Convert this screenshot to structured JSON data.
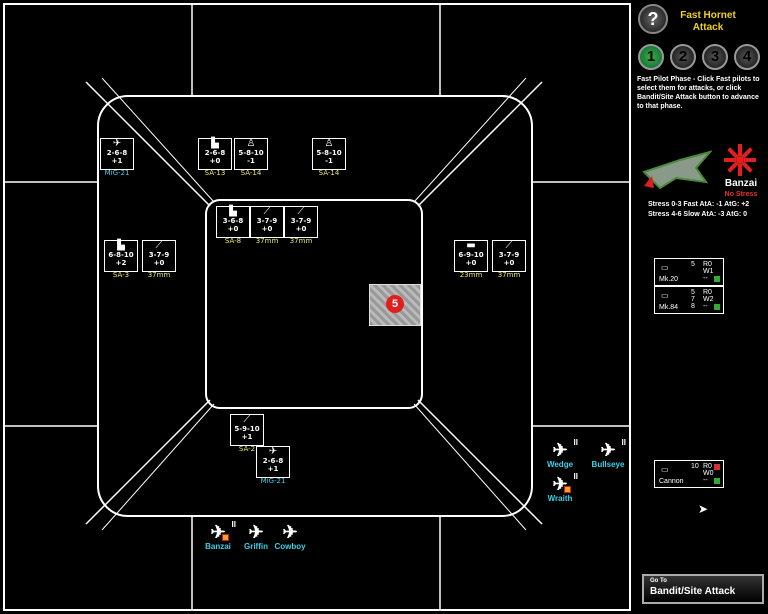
{
  "header": {
    "title_line1": "Fast Hornet",
    "title_line2": "Attack",
    "help_label": "?"
  },
  "phases": [
    "1",
    "2",
    "3",
    "4"
  ],
  "instructions": "Fast Pilot Phase - Click Fast pilots to select them for attacks, or click Bandit/Site Attack button to advance to that phase.",
  "pilot": {
    "name": "Banzai",
    "stress": "No Stress",
    "stress_line1": "Stress 0-3 Fast AtA: -1 AtG: +2",
    "stress_line2": "Stress 4-6 Slow AtA: -3 AtG: 0"
  },
  "weapons": [
    {
      "name": "Mk.20",
      "count": "5",
      "stats": [
        "R0",
        "W1",
        "--"
      ]
    },
    {
      "name": "Mk.84",
      "count": "5\n7\n8",
      "stats": [
        "R0",
        "W2",
        "--"
      ]
    },
    {
      "name": "Cannon",
      "count": "10",
      "stats": [
        "R0",
        "W0",
        "--"
      ]
    }
  ],
  "go_button": {
    "small": "Go To",
    "main": "Bandit/Site Attack"
  },
  "target_number": "5",
  "counters": [
    {
      "name": "MiG-21",
      "stats": "2-6-8 +1",
      "cyan": true
    },
    {
      "name": "SA-13",
      "stats": "2-6-8 +0"
    },
    {
      "name": "SA-14",
      "stats": "5-8-10 -1"
    },
    {
      "name": "SA-14",
      "stats": "5-8-10 -1"
    },
    {
      "name": "SA-8",
      "stats": "3-6-8 +0"
    },
    {
      "name": "37mm",
      "stats": "3-7-9 +0"
    },
    {
      "name": "37mm",
      "stats": "3-7-9 +0"
    },
    {
      "name": "SA-3",
      "stats": "6-8-10 +2"
    },
    {
      "name": "37mm",
      "stats": "3-7-9 +0"
    },
    {
      "name": "23mm",
      "stats": "6-9-10 +0"
    },
    {
      "name": "37mm",
      "stats": "3-7-9 +0"
    },
    {
      "name": "SA-2",
      "stats": "5-9-10 +1"
    },
    {
      "name": "MiG-21",
      "stats": "2-6-8 +1",
      "cyan": true
    }
  ],
  "pilots": [
    {
      "name": "Wedge",
      "stress": "II"
    },
    {
      "name": "Bullseye",
      "stress": "II"
    },
    {
      "name": "Wraith",
      "stress": "II"
    },
    {
      "name": "Banzai",
      "stress": "II"
    },
    {
      "name": "Griffin",
      "stress": ""
    },
    {
      "name": "Cowboy",
      "stress": ""
    }
  ]
}
